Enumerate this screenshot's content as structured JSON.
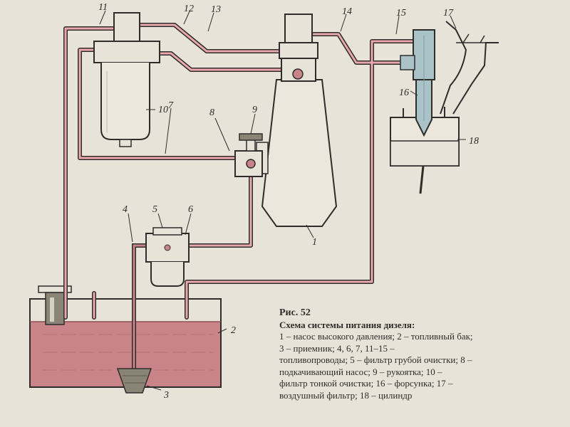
{
  "caption": {
    "title": "Рис. 52",
    "subtitle": "Схема системы питания дизеля:",
    "lines": [
      "1 – насос высокого давления; 2 – топливный бак;",
      "3 – приемник; 4, 6, 7, 11–15 –",
      "топливопроводы; 5 – фильтр грубой очистки; 8 –",
      "подкачивающий насос; 9 – рукоятка; 10 –",
      "фильтр тонкой очистки; 16 – форсунка; 17 –",
      "воздушный фильтр; 18 – цилиндр"
    ]
  },
  "labels": {
    "n1": "1",
    "n2": "2",
    "n3": "3",
    "n4": "4",
    "n5": "5",
    "n6": "6",
    "n7": "7",
    "n8": "8",
    "n9": "9",
    "n10": "10",
    "n11": "11",
    "n12": "12",
    "n13": "13",
    "n14": "14",
    "n15": "15",
    "n16": "16",
    "n17": "17",
    "n18": "18"
  },
  "colors": {
    "fuel": "#c9848a",
    "pipe_highlight": "#e9a8ad",
    "outline": "#2f2d2a",
    "paper": "#e7e3d8",
    "injector": "#a9c3c9"
  }
}
